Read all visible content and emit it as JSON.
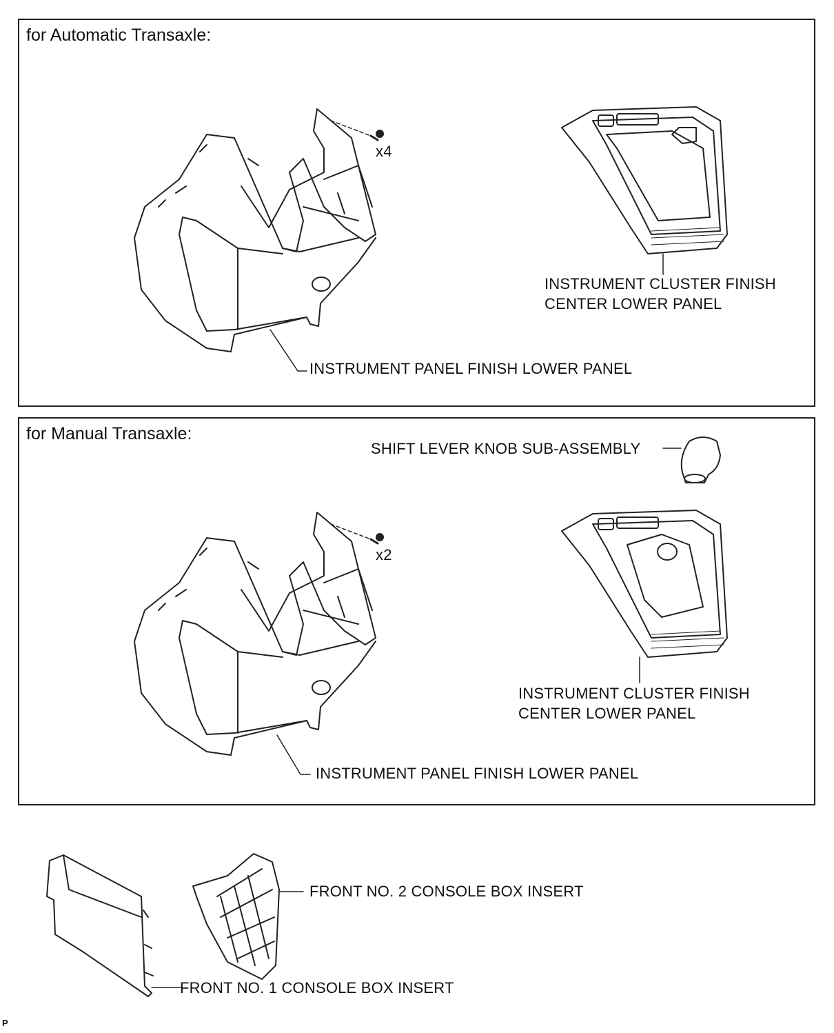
{
  "automatic": {
    "title": "for Automatic Transaxle:",
    "screw_count": "x4",
    "cluster_panel_line1": "INSTRUMENT CLUSTER FINISH",
    "cluster_panel_line2": "CENTER LOWER PANEL",
    "lower_panel": "INSTRUMENT PANEL FINISH LOWER PANEL"
  },
  "manual": {
    "title": "for Manual Transaxle:",
    "knob": "SHIFT LEVER KNOB SUB-ASSEMBLY",
    "screw_count": "x2",
    "cluster_panel_line1": "INSTRUMENT CLUSTER FINISH",
    "cluster_panel_line2": "CENTER LOWER PANEL",
    "lower_panel": "INSTRUMENT PANEL FINISH LOWER PANEL"
  },
  "inserts": {
    "no2": "FRONT NO. 2 CONSOLE BOX INSERT",
    "no1": "FRONT NO. 1 CONSOLE BOX INSERT"
  },
  "footer": "P"
}
